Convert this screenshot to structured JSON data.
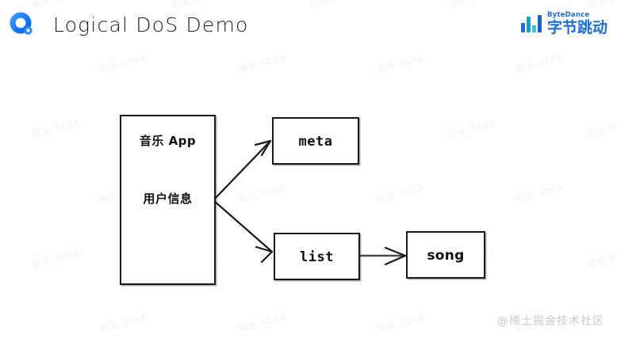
{
  "header": {
    "title": "Logical DoS Demo",
    "brand_logo_icon": "juejin-circle-logo-icon",
    "brand_logo_color": "#1677ff",
    "bytedance": {
      "icon": "bytedance-bars-icon",
      "latin": "ByteDance",
      "cjk": "字节跳动",
      "color": "#1f6fd0"
    }
  },
  "diagram": {
    "type": "flow-diagram",
    "style": "hand-drawn-whiteboard",
    "nodes": [
      {
        "id": "app",
        "label_line1": "音乐 App",
        "label_line2": "用户信息"
      },
      {
        "id": "meta",
        "label": "meta"
      },
      {
        "id": "list",
        "label": "list"
      },
      {
        "id": "song",
        "label": "song"
      }
    ],
    "edges": [
      {
        "from": "app",
        "to": "meta"
      },
      {
        "from": "app",
        "to": "list"
      },
      {
        "from": "list",
        "to": "song"
      }
    ],
    "stroke_color": "#1a1a1a"
  },
  "watermarks": {
    "tile_text": "掘金 3164",
    "tile_color": "#f4f4f5",
    "community": "@稀土掘金技术社区",
    "community_color": "#c9cbcf"
  }
}
